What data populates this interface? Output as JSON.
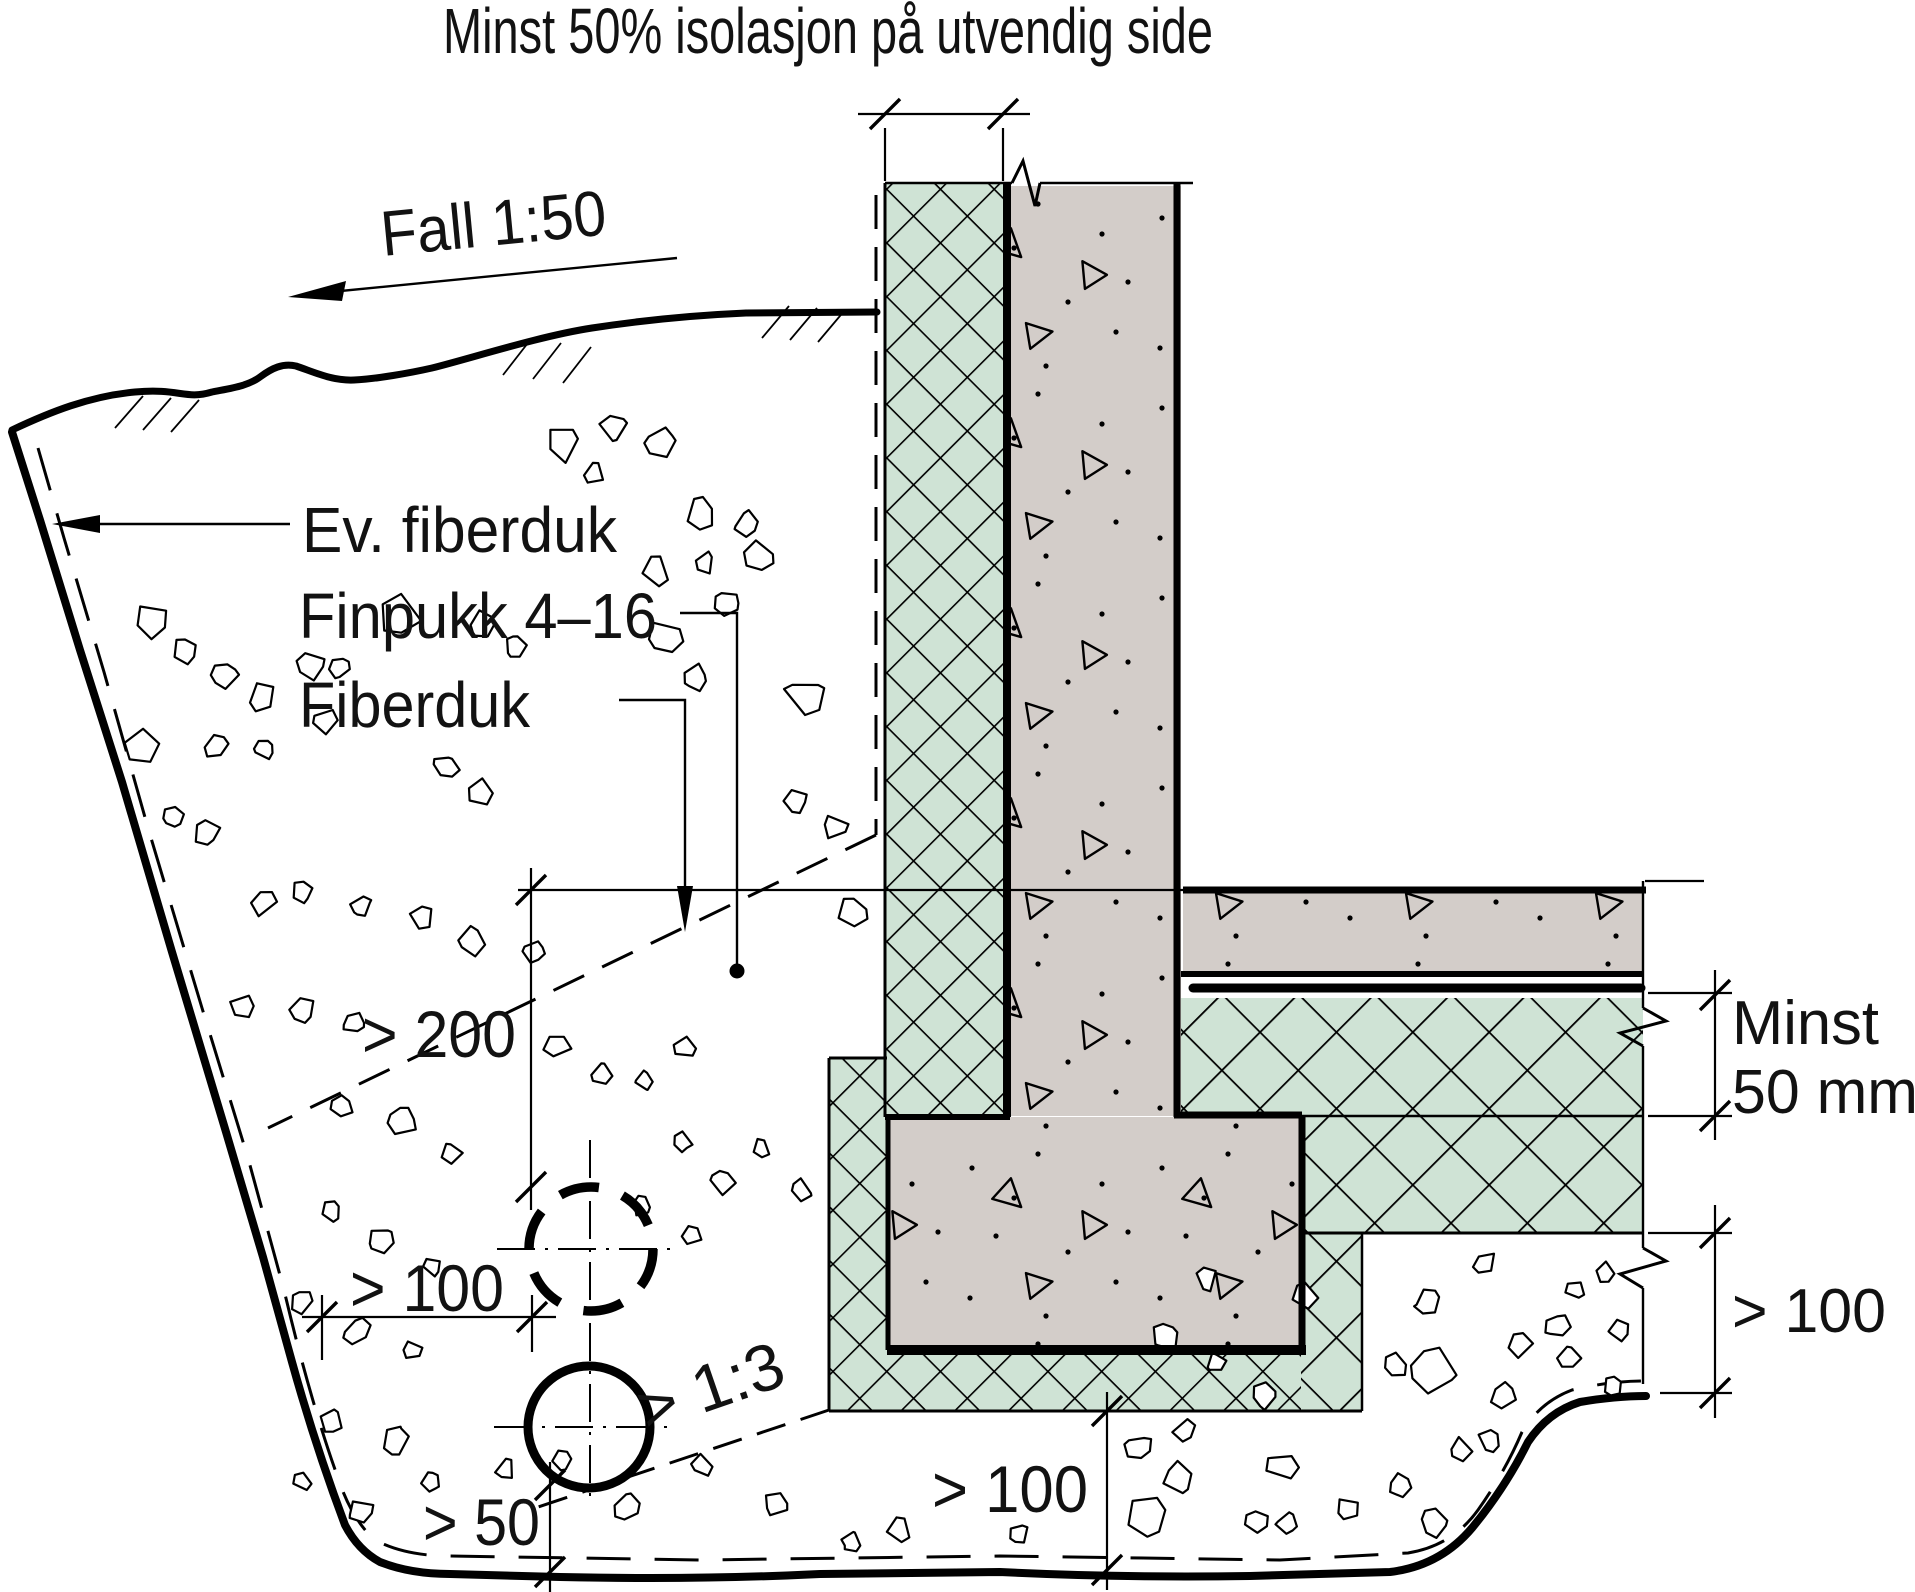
{
  "page": {
    "background": "#ffffff"
  },
  "colors": {
    "insulation": "#cfe3d5",
    "concrete": "#d3cdc9",
    "line": "#000000",
    "text": "#121212"
  },
  "title": {
    "text": "Minst 50% isolasjon på utvendig side"
  },
  "labels": {
    "fall_slope": "Fall 1:50",
    "ev_fiberduk": "Ev. fiberduk",
    "finpukk": "Finpukk 4–16",
    "fiberduk": "Fiberduk"
  },
  "dimensions": {
    "insulation_depth": "> 200",
    "drain_offset": "> 100",
    "drain_depth": "> 50",
    "slope": "> 1:3",
    "gravel_below_footing": "> 100",
    "floor_insulation_min_1": "Minst",
    "floor_insulation_min_2": "50 mm",
    "gravel_below_floor": "> 100"
  },
  "stones": [
    [
      565,
      445,
      21
    ],
    [
      613,
      429,
      15
    ],
    [
      661,
      441,
      17
    ],
    [
      594,
      473,
      13
    ],
    [
      701,
      514,
      17
    ],
    [
      746,
      523,
      14
    ],
    [
      705,
      563,
      12
    ],
    [
      759,
      557,
      18
    ],
    [
      724,
      603,
      15
    ],
    [
      152,
      621,
      19
    ],
    [
      185,
      651,
      14
    ],
    [
      225,
      675,
      15
    ],
    [
      261,
      699,
      17
    ],
    [
      311,
      665,
      17
    ],
    [
      340,
      667,
      12
    ],
    [
      399,
      613,
      26
    ],
    [
      483,
      625,
      15
    ],
    [
      515,
      647,
      12
    ],
    [
      656,
      571,
      17
    ],
    [
      665,
      639,
      20
    ],
    [
      694,
      677,
      15
    ],
    [
      143,
      749,
      20
    ],
    [
      217,
      745,
      15
    ],
    [
      265,
      749,
      12
    ],
    [
      325,
      721,
      15
    ],
    [
      806,
      696,
      23
    ],
    [
      796,
      801,
      13
    ],
    [
      836,
      827,
      15
    ],
    [
      853,
      913,
      19
    ],
    [
      446,
      767,
      14
    ],
    [
      481,
      791,
      17
    ],
    [
      206,
      831,
      15
    ],
    [
      174,
      816,
      11
    ],
    [
      263,
      903,
      15
    ],
    [
      302,
      891,
      13
    ],
    [
      362,
      906,
      12
    ],
    [
      422,
      919,
      14
    ],
    [
      472,
      941,
      16
    ],
    [
      532,
      953,
      13
    ],
    [
      242,
      1006,
      13
    ],
    [
      302,
      1011,
      15
    ],
    [
      354,
      1023,
      12
    ],
    [
      557,
      1046,
      15
    ],
    [
      602,
      1073,
      13
    ],
    [
      645,
      1081,
      11
    ],
    [
      685,
      1049,
      13
    ],
    [
      682,
      1141,
      12
    ],
    [
      722,
      1181,
      14
    ],
    [
      762,
      1149,
      12
    ],
    [
      802,
      1191,
      13
    ],
    [
      642,
      1206,
      11
    ],
    [
      692,
      1236,
      13
    ],
    [
      341,
      1106,
      13
    ],
    [
      402,
      1121,
      16
    ],
    [
      452,
      1153,
      11
    ],
    [
      332,
      1211,
      12
    ],
    [
      382,
      1241,
      15
    ],
    [
      432,
      1266,
      11
    ],
    [
      302,
      1301,
      13
    ],
    [
      357,
      1331,
      15
    ],
    [
      412,
      1351,
      11
    ],
    [
      332,
      1421,
      14
    ],
    [
      397,
      1441,
      16
    ],
    [
      302,
      1481,
      12
    ],
    [
      362,
      1511,
      14
    ],
    [
      432,
      1481,
      11
    ],
    [
      505,
      1468,
      13
    ],
    [
      562,
      1459,
      12
    ],
    [
      627,
      1506,
      16
    ],
    [
      702,
      1466,
      12
    ],
    [
      777,
      1503,
      14
    ],
    [
      852,
      1541,
      12
    ],
    [
      900,
      1530,
      13
    ],
    [
      1018,
      1533,
      12
    ],
    [
      1139,
      1448,
      15
    ],
    [
      1184,
      1430,
      13
    ],
    [
      1178,
      1478,
      17
    ],
    [
      1147,
      1515,
      22
    ],
    [
      1283,
      1468,
      19
    ],
    [
      1256,
      1523,
      14
    ],
    [
      1287,
      1523,
      13
    ],
    [
      1347,
      1510,
      13
    ],
    [
      1401,
      1486,
      14
    ],
    [
      1434,
      1521,
      17
    ],
    [
      1461,
      1450,
      14
    ],
    [
      1490,
      1440,
      13
    ],
    [
      1434,
      1370,
      25
    ],
    [
      1521,
      1345,
      14
    ],
    [
      1570,
      1357,
      13
    ],
    [
      1165,
      1336,
      17
    ],
    [
      1205,
      1279,
      14
    ],
    [
      1215,
      1363,
      12
    ],
    [
      1265,
      1396,
      15
    ],
    [
      1305,
      1296,
      16
    ],
    [
      1395,
      1366,
      14
    ],
    [
      1428,
      1303,
      15
    ],
    [
      1485,
      1263,
      13
    ],
    [
      1505,
      1396,
      15
    ],
    [
      1558,
      1326,
      14
    ],
    [
      1605,
      1273,
      12
    ],
    [
      1612,
      1386,
      13
    ],
    [
      1620,
      1330,
      12
    ],
    [
      1575,
      1290,
      11
    ]
  ]
}
